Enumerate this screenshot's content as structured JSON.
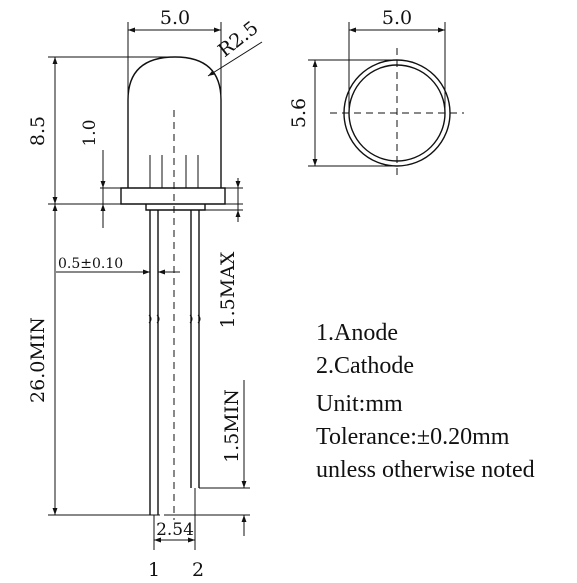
{
  "dimensions": {
    "body_width": "5.0",
    "dome_radius": "R2.5",
    "overall_height": "8.5",
    "flange_height": "1.0",
    "lead_width": "0.5±0.10",
    "standoff": "1.5MAX",
    "lead_length": "26.0MIN",
    "lead_difference": "1.5MIN",
    "lead_spacing": "2.54",
    "top_width": "5.0",
    "flange_diameter": "5.6"
  },
  "pins": {
    "pin1": "1",
    "pin2": "2"
  },
  "notes": {
    "pin1_name": "1.Anode",
    "pin2_name": "2.Cathode",
    "unit": "Unit:mm",
    "tolerance": "Tolerance:±0.20mm",
    "tolerance_note": "unless otherwise noted"
  },
  "colors": {
    "line": "#111111",
    "background": "#ffffff"
  }
}
